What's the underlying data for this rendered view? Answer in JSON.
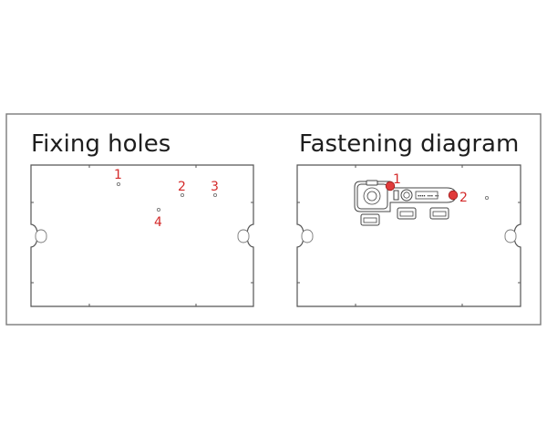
{
  "panels": {
    "left": {
      "title": "Fixing holes",
      "labels": [
        "1",
        "2",
        "3",
        "4"
      ]
    },
    "right": {
      "title": "Fastening diagram",
      "labels": [
        "1",
        "2"
      ]
    }
  },
  "colors": {
    "label": "#d42a2a",
    "pin": "#e03a3a",
    "outline": "#555555"
  }
}
